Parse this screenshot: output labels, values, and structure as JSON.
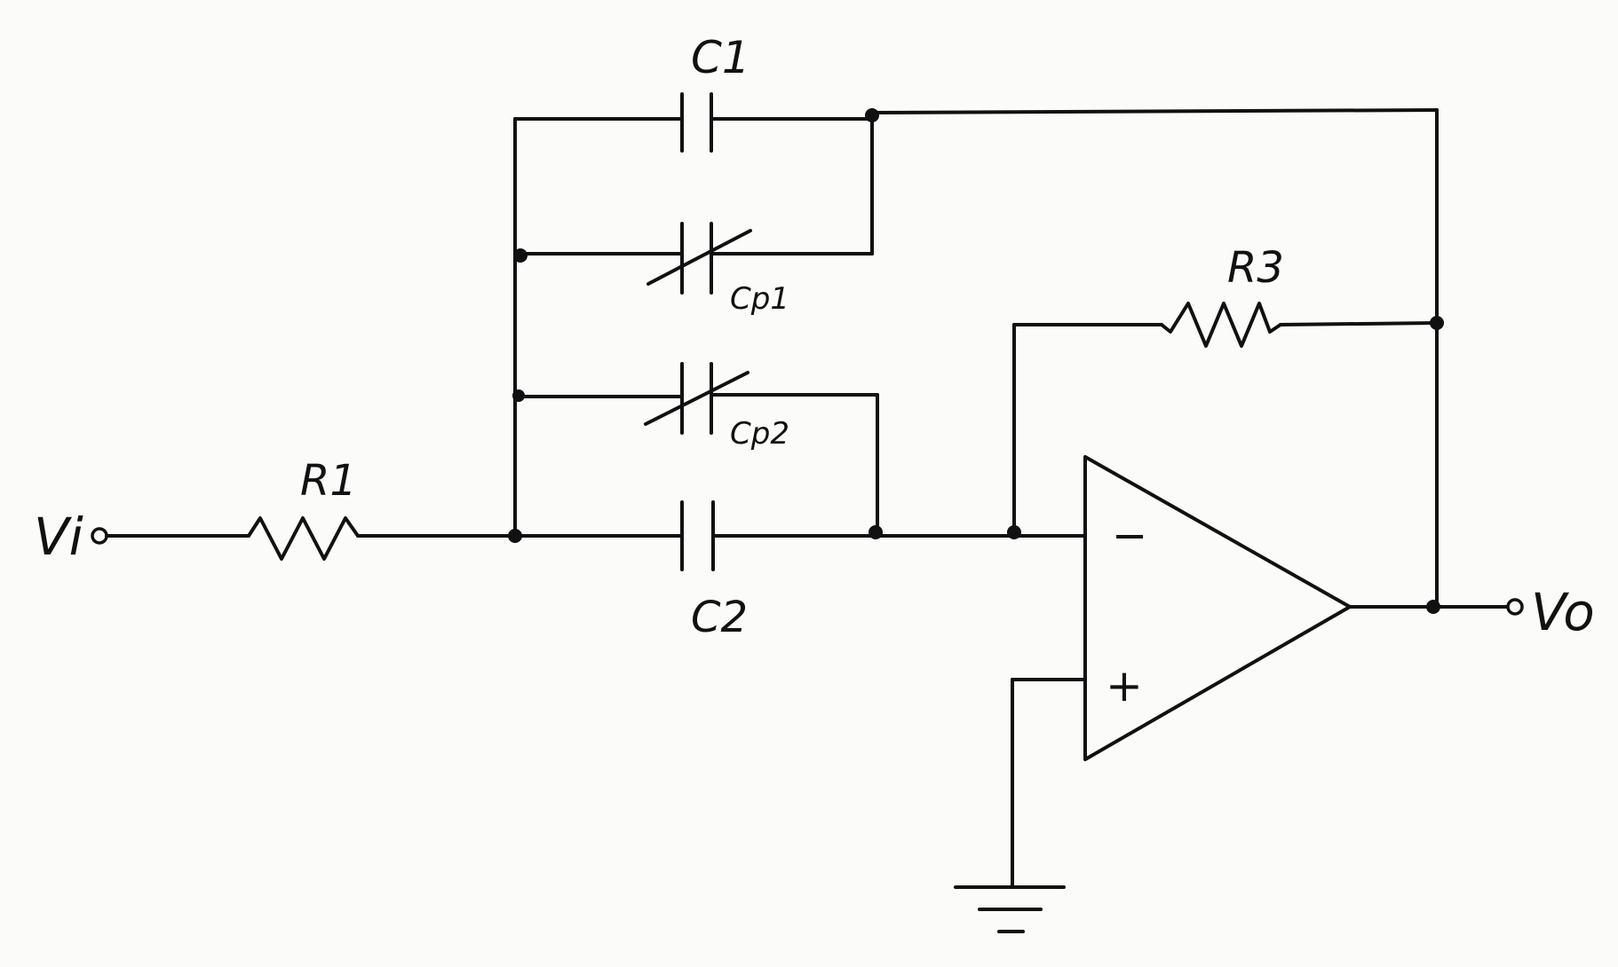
{
  "labels": {
    "vi": "Vi",
    "vo": "Vo",
    "r1": "R1",
    "r3": "R3",
    "c1": "C1",
    "c2": "C2",
    "cp1": "Cp1",
    "cp2": "Cp2",
    "minus": "−",
    "plus": "+"
  }
}
